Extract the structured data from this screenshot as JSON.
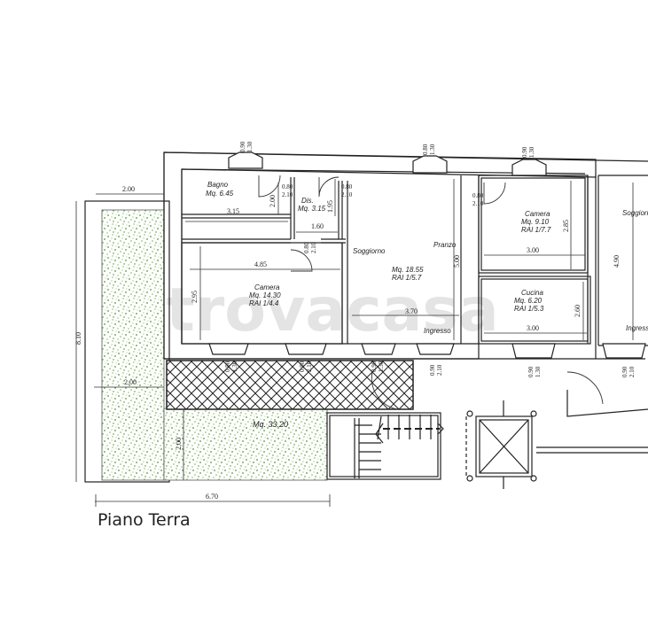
{
  "floor_title": "Piano Terra",
  "watermark": "trovacasa",
  "rooms": {
    "bagno": {
      "name": "Bagno",
      "area": "Mq. 6.45"
    },
    "dis": {
      "name": "Dis.",
      "area": "Mq. 3.15"
    },
    "camera_left": {
      "name": "Camera",
      "area": "Mq. 14.30",
      "ratio": "RAI 1/4.4"
    },
    "soggiorno": {
      "name": "Soggiorno"
    },
    "pranzo": {
      "name": "Pranzo"
    },
    "living": {
      "area": "Mq. 18.55",
      "ratio": "RAI 1/5.7"
    },
    "ingresso": {
      "name": "Ingresso"
    },
    "camera_right": {
      "name": "Camera",
      "area": "Mq. 9.10",
      "ratio": "RAI 1/7.7"
    },
    "cucina": {
      "name": "Cucina",
      "area": "Mq. 6.20",
      "ratio": "RAI 1/5.3"
    },
    "soggiorno_next": {
      "name": "Soggiorno"
    },
    "ingresso_next": {
      "name": "Ingresso"
    },
    "garden": {
      "area": "Mq. 33.20"
    }
  },
  "dimensions": {
    "garden_top_width": "2.00",
    "garden_mid_width": "2.00",
    "garden_height": "8.10",
    "garden_lower_height": "2.00",
    "overall_width": "6.70",
    "bagno_width": "3.15",
    "bagno_height": "2.00",
    "dis_width": "1.60",
    "dis_height": "1.95",
    "camera_left_width": "4.85",
    "camera_left_height": "2.95",
    "living_width": "3.70",
    "living_height": "5.00",
    "camera_right_width": "3.00",
    "camera_right_height": "2.85",
    "cucina_width": "3.00",
    "cucina_height": "2.60",
    "soggiorno_next_height": "4.90"
  },
  "openings": {
    "w_bagno": [
      "0.90",
      "1.30"
    ],
    "w_living_top": [
      "0.80",
      "1.30"
    ],
    "w_camera_right_top": [
      "0.90",
      "1.30"
    ],
    "d_bagno": [
      "0.80",
      "2.10"
    ],
    "d_dis": [
      "0.80",
      "2.10"
    ],
    "d_camera_right": [
      "0.80",
      "2.10"
    ],
    "d_camera_left": [
      "0.80",
      "2.10"
    ],
    "w_camera_left_bottom": [
      "0.90",
      "1.30"
    ],
    "d_camera_left_bottom": [
      "0.90",
      "2.10"
    ],
    "w_living_bottom": [
      "0.90",
      "1.30"
    ],
    "d_ingresso": [
      "0.90",
      "2.10"
    ],
    "w_cucina_bottom": [
      "0.90",
      "1.30"
    ],
    "d_ingresso_next": [
      "0.90",
      "2.10"
    ]
  },
  "colors": {
    "wall": "#9a9a9a",
    "line": "#1a1a1a",
    "garden_dots": "#4f9a2f",
    "watermark": "#e4e4e4"
  }
}
